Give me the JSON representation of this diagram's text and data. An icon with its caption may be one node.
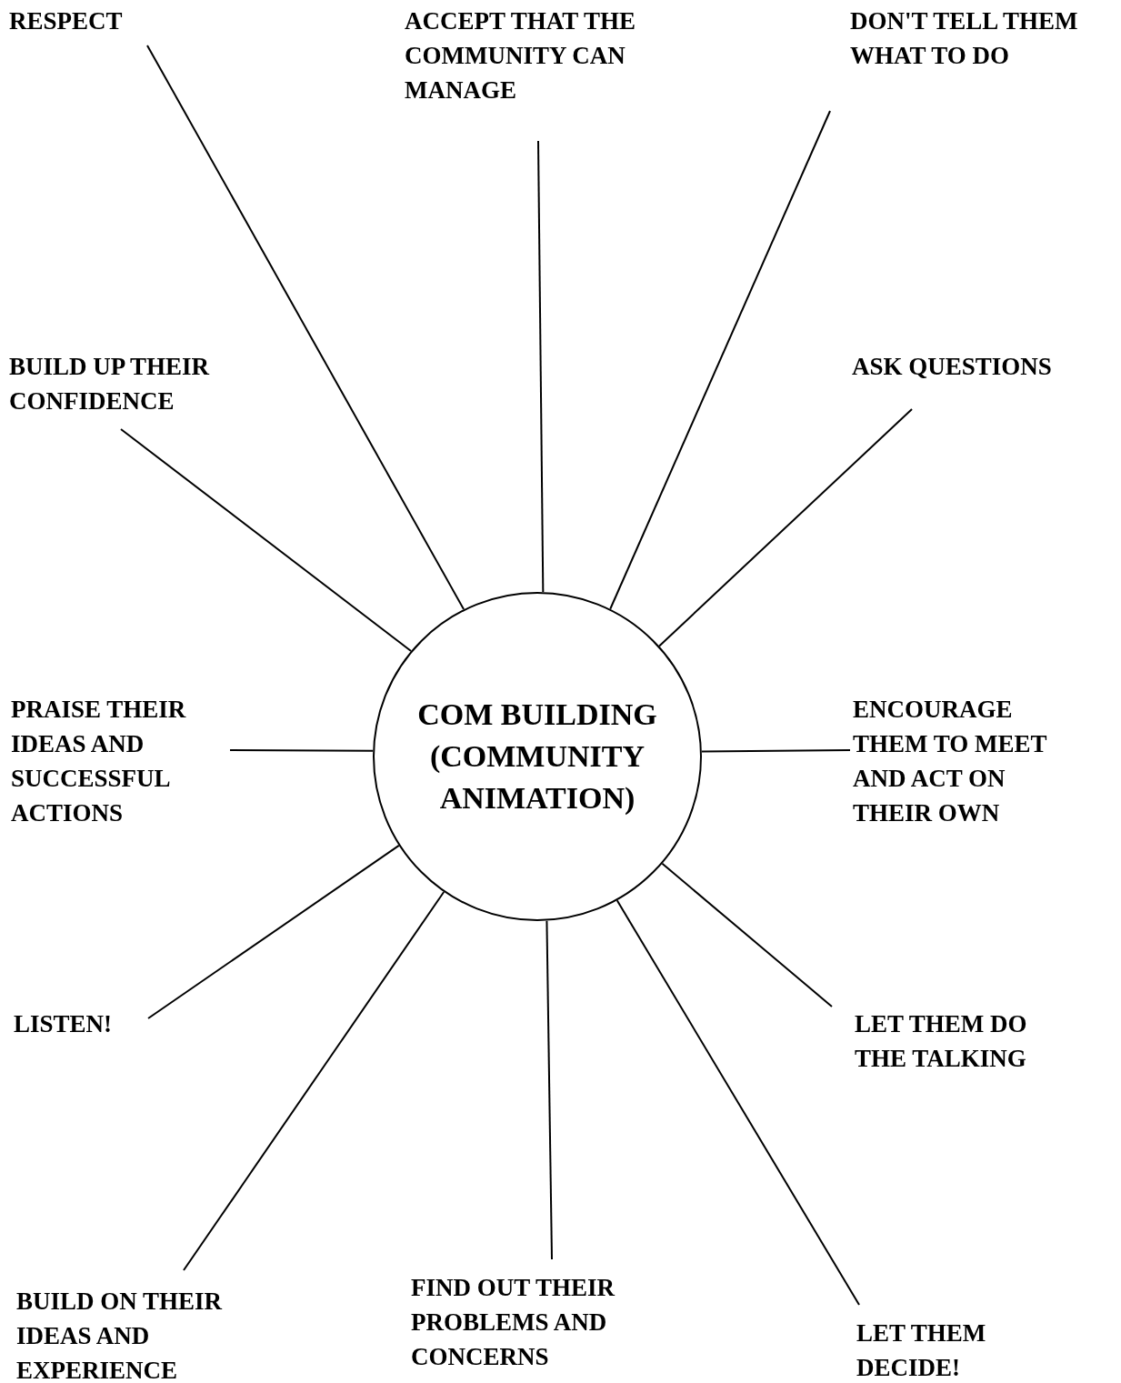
{
  "diagram": {
    "nodes": [
      {
        "text": [
          "COM BUILDING (COMMUNITY ANIMATION)"
        ]
      },
      {
        "text": [
          "RESPECT"
        ]
      },
      {
        "text": [
          "ACCEPT THAT THE COMMUNITY CAN MANAGE"
        ]
      },
      {
        "text": [
          "DON'T TELL THEM WHAT TO DO"
        ]
      },
      {
        "text": [
          "BUILD UP THEIR CONFIDENCE"
        ]
      },
      {
        "text": [
          "ASK QUESTIONS"
        ]
      },
      {
        "text": [
          "PRAISE THEIR IDEAS AND SUCCESSFUL ACTIONS"
        ]
      },
      {
        "text": [
          "ENCOURAGE THEM TO MEET AND ACT ON THEIR OWN"
        ]
      },
      {
        "text": [
          "LISTEN!"
        ]
      },
      {
        "text": [
          "LET THEM DO THE TALKING"
        ]
      },
      {
        "text": [
          "BUILD ON THEIR IDEAS AND EXPERIENCE"
        ]
      },
      {
        "text": [
          "FIND OUT THEIR PROBLEMS AND CONCERNS"
        ]
      },
      {
        "text": [
          "LET THEM DECIDE!"
        ]
      }
    ],
    "edges": [
      {
        "from": 1,
        "to": 0,
        "arrow": "none"
      },
      {
        "from": 2,
        "to": 0,
        "arrow": "none"
      },
      {
        "from": 3,
        "to": 0,
        "arrow": "none"
      },
      {
        "from": 4,
        "to": 0,
        "arrow": "none"
      },
      {
        "from": 5,
        "to": 0,
        "arrow": "none"
      },
      {
        "from": 6,
        "to": 0,
        "arrow": "none"
      },
      {
        "from": 7,
        "to": 0,
        "arrow": "none"
      },
      {
        "from": 8,
        "to": 0,
        "arrow": "none"
      },
      {
        "from": 9,
        "to": 0,
        "arrow": "none"
      },
      {
        "from": 10,
        "to": 0,
        "arrow": "none"
      },
      {
        "from": 11,
        "to": 0,
        "arrow": "none"
      },
      {
        "from": 12,
        "to": 0,
        "arrow": "none"
      }
    ]
  }
}
